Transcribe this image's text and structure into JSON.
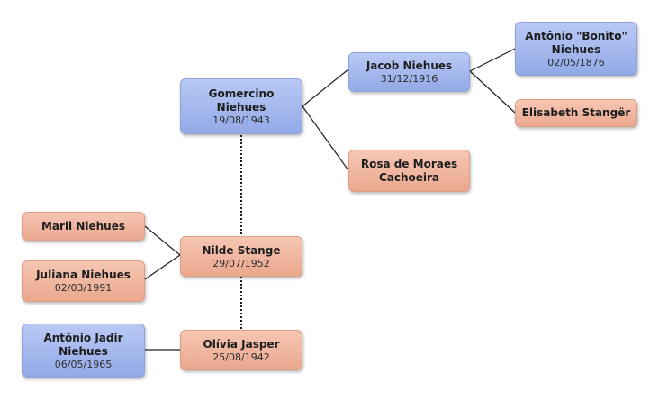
{
  "people": {
    "gomercino": {
      "name": "Gomercino Niehues",
      "date": "19/08/1943"
    },
    "jacob": {
      "name": "Jacob Niehues",
      "date": "31/12/1916"
    },
    "antonio_bonito": {
      "name": "Antônio \"Bonito\" Niehues",
      "date": "02/05/1876"
    },
    "elisabeth": {
      "name": "Elisabeth Stangër"
    },
    "rosa": {
      "name": "Rosa de Moraes Cachoeira"
    },
    "marli": {
      "name": "Marli Niehues"
    },
    "nilde": {
      "name": "Nilde Stange",
      "date": "29/07/1952"
    },
    "juliana": {
      "name": "Juliana Niehues",
      "date": "02/03/1991"
    },
    "antonio_jadir": {
      "name": "Antônio Jadir Niehues",
      "date": "06/05/1965"
    },
    "olivia": {
      "name": "Olívia Jasper",
      "date": "25/08/1942"
    }
  },
  "colors": {
    "male": "#a3b7ee",
    "female": "#f0b49d",
    "line": "#1e1e1e"
  }
}
